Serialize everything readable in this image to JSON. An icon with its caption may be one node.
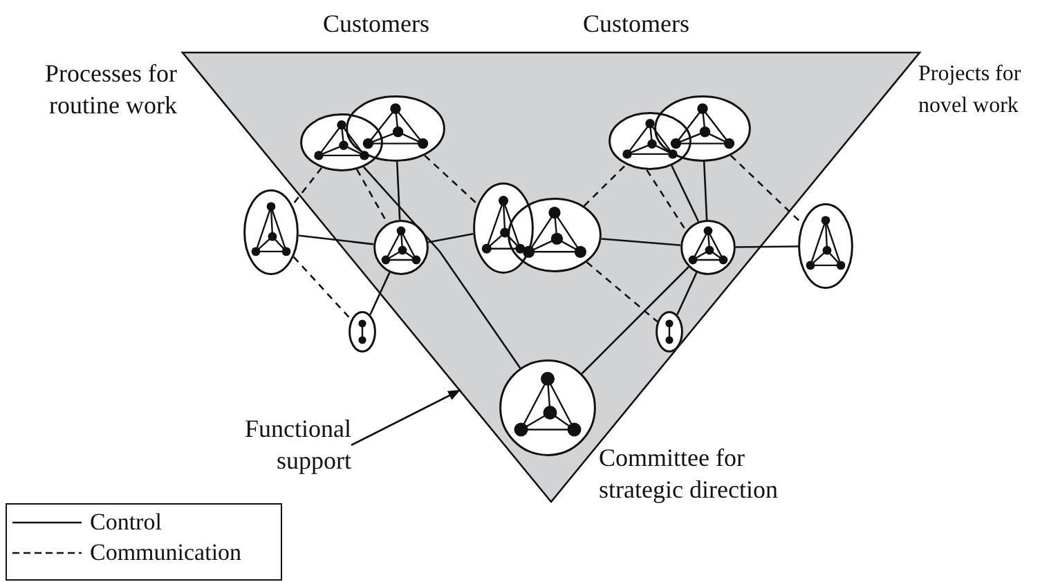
{
  "diagram": {
    "nodes": [
      {
        "text": [],
        "shape": "triangle"
      },
      {
        "text": [],
        "shape": "ellipse",
        "in": 0
      },
      {
        "text": [],
        "shape": "ellipse",
        "in": 0
      },
      {
        "text": [],
        "shape": "ellipse"
      },
      {
        "text": [],
        "shape": "circle",
        "in": 0
      },
      {
        "text": [],
        "shape": "ellipse"
      },
      {
        "text": [],
        "shape": "ellipse",
        "in": 0
      },
      {
        "text": [],
        "shape": "ellipse",
        "in": 0
      },
      {
        "text": [],
        "shape": "ellipse",
        "in": 0
      },
      {
        "text": [],
        "shape": "ellipse",
        "in": 0
      },
      {
        "text": [],
        "shape": "circle",
        "in": 0
      },
      {
        "text": [],
        "shape": "ellipse",
        "in": 0
      },
      {
        "text": [],
        "shape": "ellipse"
      },
      {
        "text": [],
        "shape": "circle",
        "in": 0
      },
      {
        "text": [
          "Functional support"
        ]
      }
    ],
    "edges": [
      {
        "from": 1,
        "to": 3,
        "arrow": "none",
        "style": "dashed"
      },
      {
        "from": 1,
        "to": 4,
        "arrow": "none",
        "style": "dashed"
      },
      {
        "from": 1,
        "to": 13,
        "arrow": "none"
      },
      {
        "from": 2,
        "to": 4,
        "arrow": "none"
      },
      {
        "from": 2,
        "to": 6,
        "arrow": "none",
        "style": "dashed"
      },
      {
        "from": 3,
        "to": 4,
        "arrow": "none"
      },
      {
        "from": 3,
        "to": 5,
        "arrow": "none",
        "style": "dashed"
      },
      {
        "from": 4,
        "to": 5,
        "arrow": "none"
      },
      {
        "from": 4,
        "to": 6,
        "arrow": "none"
      },
      {
        "from": 7,
        "to": 11,
        "arrow": "none",
        "style": "dashed"
      },
      {
        "from": 7,
        "to": 8,
        "arrow": "none",
        "style": "dashed"
      },
      {
        "from": 8,
        "to": 10,
        "arrow": "none",
        "style": "dashed"
      },
      {
        "from": 8,
        "to": 10,
        "arrow": "none"
      },
      {
        "from": 9,
        "to": 10,
        "arrow": "none"
      },
      {
        "from": 9,
        "to": 12,
        "arrow": "none",
        "style": "dashed"
      },
      {
        "from": 7,
        "to": 10,
        "arrow": "none"
      },
      {
        "from": 10,
        "to": 12,
        "arrow": "none"
      },
      {
        "from": 10,
        "to": 11,
        "arrow": "none"
      },
      {
        "from": 10,
        "to": 13,
        "arrow": "none"
      },
      {
        "from": 14,
        "to": 0,
        "arrow": "to"
      }
    ],
    "labels": [
      "Customers",
      "Customers",
      "Processes for routine work",
      "Projects for novel work",
      "Committee for strategic direction"
    ],
    "legend": [
      {
        "text": "Control"
      },
      {
        "text": "Communication"
      }
    ]
  }
}
